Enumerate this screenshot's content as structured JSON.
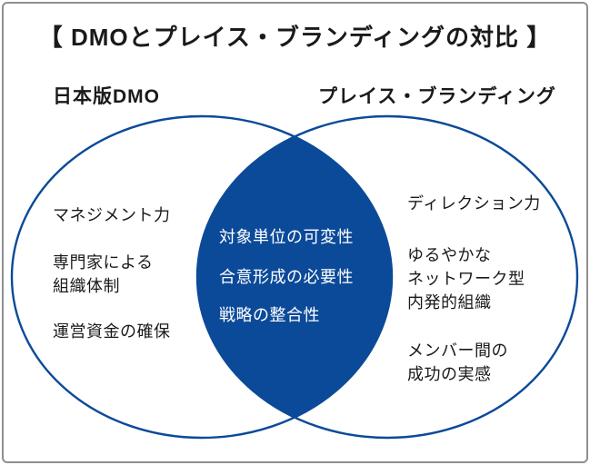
{
  "title": "【 DMOとプレイス・ブランディングの対比 】",
  "colors": {
    "accent_blue": "#0b4a99",
    "intersection_text": "#ffffff",
    "text": "#1a1a1a",
    "frame_border": "#8f8f8f"
  },
  "venn": {
    "left": {
      "label": "日本版DMO",
      "items": [
        {
          "lines": [
            "マネジメント力"
          ]
        },
        {
          "lines": [
            "専門家による",
            "組織体制"
          ]
        },
        {
          "lines": [
            "運営資金の確保"
          ]
        }
      ]
    },
    "right": {
      "label": "プレイス・ブランディング",
      "items": [
        {
          "lines": [
            "ディレクション力"
          ]
        },
        {
          "lines": [
            "ゆるやかな",
            "ネットワーク型",
            "内発的組織"
          ]
        },
        {
          "lines": [
            "メンバー間の",
            "成功の実感"
          ]
        }
      ]
    },
    "intersection": {
      "items": [
        {
          "lines": [
            "対象単位の可変性"
          ]
        },
        {
          "lines": [
            "合意形成の必要性"
          ]
        },
        {
          "lines": [
            "戦略の整合性"
          ]
        }
      ]
    }
  }
}
